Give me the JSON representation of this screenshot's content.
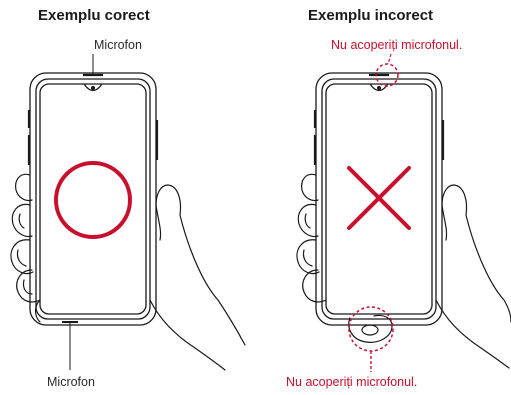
{
  "left_panel": {
    "title": "Exemplu corect",
    "mic_top_label": "Microfon",
    "mic_bottom_label": "Microfon",
    "mark": "correct-circle"
  },
  "right_panel": {
    "title": "Exemplu incorect",
    "warning_top": "Nu acoperiți microfonul.",
    "warning_bottom": "Nu acoperiți microfonul.",
    "mark": "incorrect-cross"
  },
  "colors": {
    "mark": "#c8102e",
    "outline": "#1a1a1a"
  }
}
